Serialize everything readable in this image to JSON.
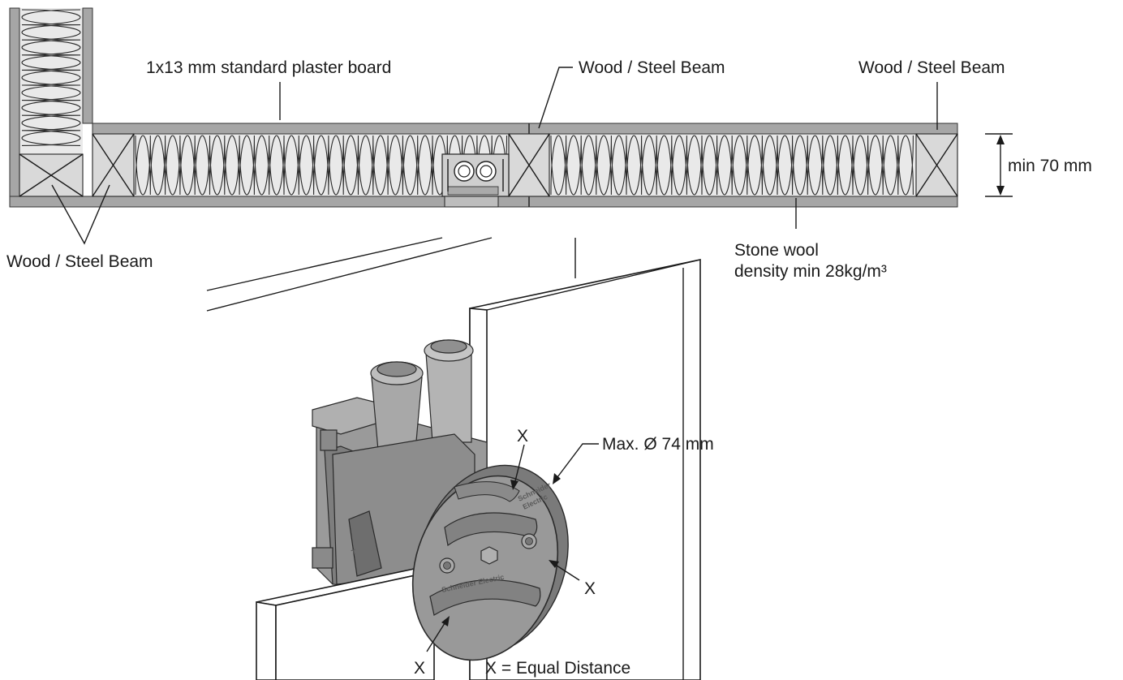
{
  "labels": {
    "plaster_board": "1x13 mm standard plaster board",
    "beam_top_center": "Wood / Steel Beam",
    "beam_top_right": "Wood / Steel Beam",
    "beam_bottom_left": "Wood / Steel Beam",
    "min_depth": "min 70 mm",
    "stone_wool_line1": "Stone wool",
    "stone_wool_line2": "density  min 28kg/m³",
    "max_diameter": "Max. Ø 74 mm",
    "x_top": "X",
    "x_right": "X",
    "x_bottom": "X",
    "legend_equal_distance": "X = Equal Distance",
    "brand_top_line1": "Schneider",
    "brand_top_line2": "Electric",
    "brand_bottom": "Schneider Electric"
  }
}
